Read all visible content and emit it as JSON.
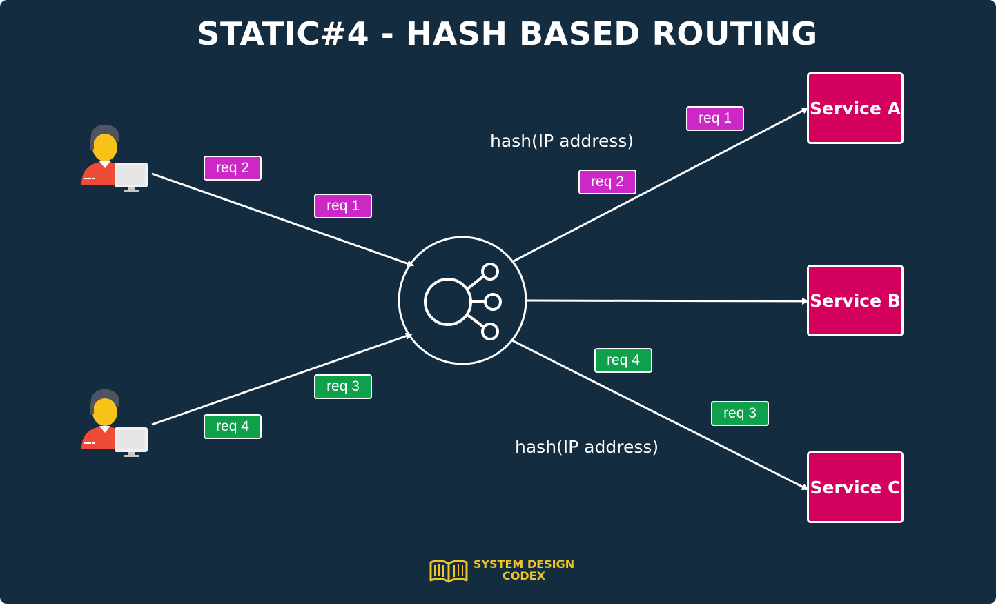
{
  "title": "STATIC#4 - HASH BASED ROUTING",
  "hash_labels": [
    "hash(IP address)",
    "hash(IP address)"
  ],
  "services": [
    {
      "label": "Service A"
    },
    {
      "label": "Service B"
    },
    {
      "label": "Service C"
    }
  ],
  "request_tags": {
    "client1_req2": "req 2",
    "client1_req1": "req 1",
    "client2_req4": "req 4",
    "client2_req3": "req 3",
    "toA_req1": "req 1",
    "toA_req2": "req 2",
    "toC_req4": "req 4",
    "toC_req3": "req 3"
  },
  "logo": {
    "line1": "SYSTEM DESIGN",
    "line2": "CODEX"
  },
  "colors": {
    "background": "#132c40",
    "service": "#d4005d",
    "pink_tag": "#cc28c6",
    "green_tag": "#0ea04a",
    "logo": "#f2c428"
  }
}
